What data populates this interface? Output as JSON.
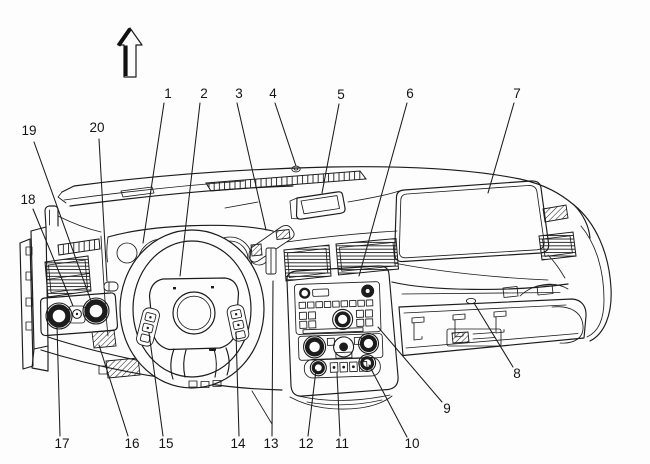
{
  "figure": {
    "description": "Instrument panel component identification line diagram (vehicle dashboard, left-hand drive, with steering wheel, instrument cluster, center stack radio and climate controls, passenger airbag and open glove box)",
    "background_color": "#fdfdfd",
    "line_color": "#1c1c1c",
    "direction_arrow": "up-arrow-icon"
  },
  "callouts": [
    {
      "label": "1",
      "text": [
        168,
        98
      ],
      "line": [
        164,
        103,
        143,
        243
      ]
    },
    {
      "label": "2",
      "text": [
        204,
        98
      ],
      "line": [
        200,
        103,
        180,
        276
      ]
    },
    {
      "label": "3",
      "text": [
        239,
        98
      ],
      "line": [
        237,
        103,
        266,
        230
      ]
    },
    {
      "label": "4",
      "text": [
        273,
        98
      ],
      "line": [
        275,
        103,
        296,
        166
      ]
    },
    {
      "label": "5",
      "text": [
        341,
        99
      ],
      "line": [
        339,
        104,
        322,
        193
      ]
    },
    {
      "label": "6",
      "text": [
        410,
        98
      ],
      "line": [
        407,
        103,
        359,
        276
      ]
    },
    {
      "label": "7",
      "text": [
        517,
        98
      ],
      "line": [
        514,
        103,
        488,
        193
      ]
    },
    {
      "label": "8",
      "text": [
        517,
        378
      ],
      "line": [
        513,
        367,
        474,
        303
      ]
    },
    {
      "label": "9",
      "text": [
        447,
        413
      ],
      "line": [
        442,
        402,
        378,
        327
      ]
    },
    {
      "label": "10",
      "text": [
        412,
        448
      ],
      "line": [
        407,
        437,
        369,
        365
      ]
    },
    {
      "label": "11",
      "text": [
        342,
        448
      ],
      "line": [
        340,
        436,
        337,
        373
      ]
    },
    {
      "label": "12",
      "text": [
        306,
        448
      ],
      "line": [
        308,
        436,
        316,
        370
      ]
    },
    {
      "label": "13",
      "text": [
        271,
        448
      ],
      "line": [
        272,
        436,
        273,
        281
      ]
    },
    {
      "label": "14",
      "text": [
        238,
        448
      ],
      "line": [
        239,
        436,
        236,
        332
      ]
    },
    {
      "label": "15",
      "text": [
        166,
        448
      ],
      "line": [
        163,
        436,
        149,
        333
      ]
    },
    {
      "label": "16",
      "text": [
        132,
        448
      ],
      "line": [
        128,
        436,
        99,
        345
      ]
    },
    {
      "label": "17",
      "text": [
        62,
        448
      ],
      "line": [
        60,
        436,
        57,
        325
      ]
    },
    {
      "label": "18",
      "text": [
        28,
        204
      ],
      "line": [
        33,
        209,
        73,
        306
      ]
    },
    {
      "label": "19",
      "text": [
        29,
        135
      ],
      "line": [
        34,
        142,
        91,
        301
      ]
    },
    {
      "label": "20",
      "text": [
        97,
        132
      ],
      "line": [
        99,
        139,
        107,
        281
      ]
    }
  ]
}
